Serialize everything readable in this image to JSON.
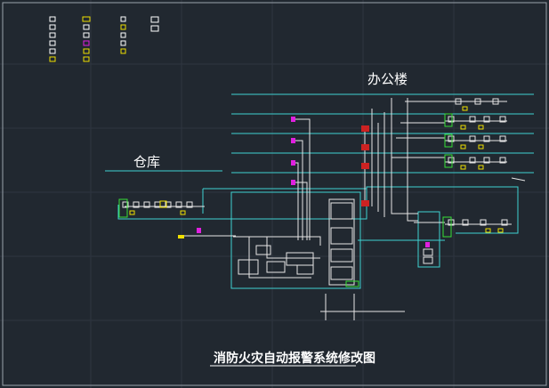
{
  "drawing": {
    "labels": {
      "office": "办公楼",
      "warehouse": "仓库",
      "title": "消防火灾自动报警系统修改图"
    },
    "colors": {
      "background": "#212830",
      "grid": "#2e3640",
      "bus": "#3fd2d2",
      "wire": "#e6e6e6",
      "module": "#cc2222",
      "terminal": "#e020e0",
      "detector": "#f0e000",
      "device": "#36e036"
    }
  }
}
